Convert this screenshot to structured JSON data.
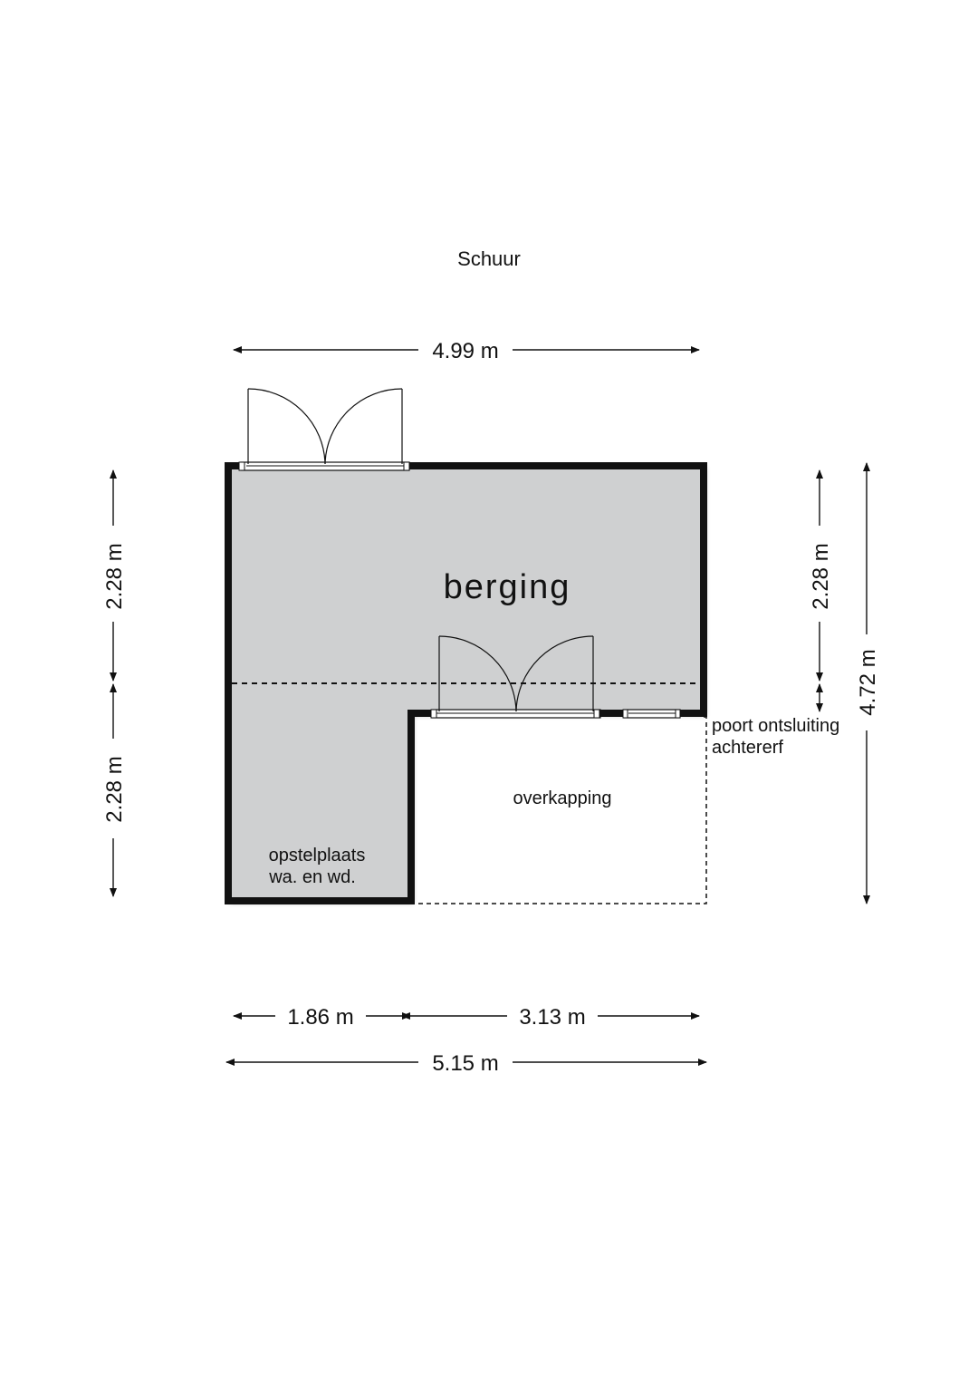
{
  "title": "Schuur",
  "rooms": {
    "berging": "berging",
    "overkapping": "overkapping",
    "opstelplaats_line1": "opstelplaats",
    "opstelplaats_line2": "wa. en wd.",
    "poort_line1": "poort ontsluiting",
    "poort_line2": "achtererf"
  },
  "dimensions": {
    "top_width": "4.99 m",
    "left_upper": "2.28 m",
    "left_lower": "2.28 m",
    "right_inner": "2.28 m",
    "right_total": "4.72 m",
    "bottom_left": "1.86 m",
    "bottom_right": "3.13 m",
    "bottom_total": "5.15 m"
  },
  "colors": {
    "room_fill": "#cfd0d1",
    "wall": "#111111",
    "background": "#ffffff"
  }
}
